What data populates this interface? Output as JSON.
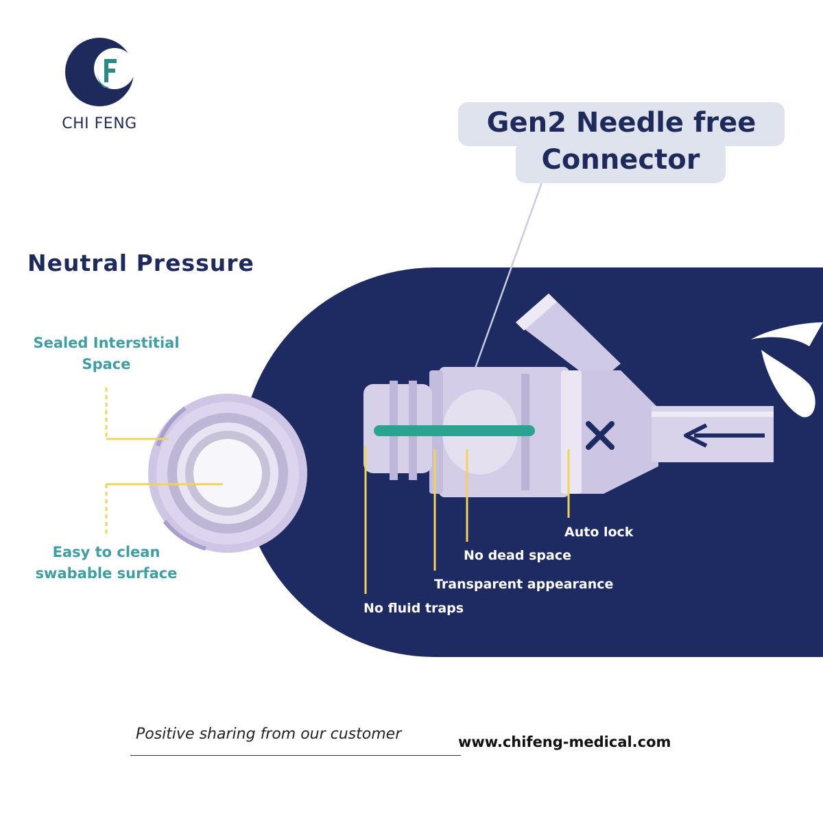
{
  "brand": {
    "name": "CHI FENG",
    "logo_icon": "chi-feng-crescent-logo-icon",
    "colors": {
      "navy": "#1f2a5c",
      "teal": "#2a8a86",
      "accent_yellow": "#f2d35a"
    }
  },
  "product_title": {
    "line1": "Gen2 Needle free",
    "line2": "Connector"
  },
  "section_title": "Neutral Pressure",
  "left_labels": {
    "sealed": "Sealed Interstitial Space",
    "easy_clean": "Easy to clean swabable surface"
  },
  "feature_labels": {
    "auto_lock": "Auto lock",
    "no_dead_space": "No dead space",
    "transparent": "Transparent appearance",
    "no_fluid_traps": "No fluid traps"
  },
  "footer": {
    "tagline": "Positive sharing from our customer",
    "website": "www.chifeng-medical.com"
  }
}
